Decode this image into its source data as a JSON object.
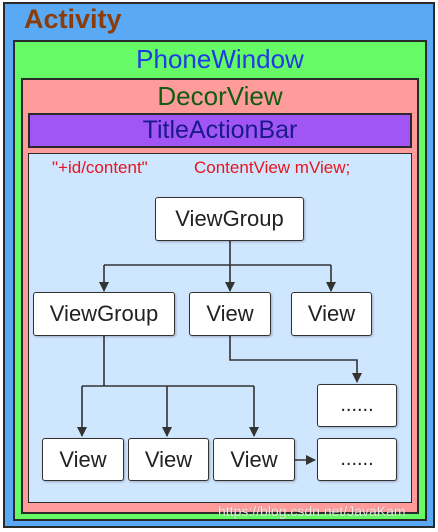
{
  "colors": {
    "activity": "#5aa9f5",
    "activity_text": "#8a3c0a",
    "phone_window": "#66fb66",
    "phone_window_text": "#1f3be6",
    "decor_view": "#ff9b9b",
    "decor_view_text": "#105c10",
    "title_action_bar": "#a255f5",
    "title_action_bar_text": "#1a1a8a",
    "content": "#cfe6ff",
    "content_text": "#e8141e",
    "node_fill": "#ffffff",
    "edge": "#333333"
  },
  "layers": {
    "activity": "Activity",
    "phone_window": "PhoneWindow",
    "decor_view": "DecorView",
    "title_action_bar": "TitleActionBar",
    "content_id": "\"+id/content\"",
    "content_view": "ContentView mView;"
  },
  "nodes": {
    "root_viewgroup": "ViewGroup",
    "child_viewgroup": "ViewGroup",
    "child_view_1": "View",
    "child_view_2": "View",
    "leaf_view_1": "View",
    "leaf_view_2": "View",
    "leaf_view_3": "View",
    "more_1": "......",
    "more_2": "......"
  },
  "edges": [
    {
      "from": "root_viewgroup",
      "to": "child_viewgroup"
    },
    {
      "from": "root_viewgroup",
      "to": "child_view_1"
    },
    {
      "from": "root_viewgroup",
      "to": "child_view_2"
    },
    {
      "from": "child_viewgroup",
      "to": "leaf_view_1"
    },
    {
      "from": "child_viewgroup",
      "to": "leaf_view_2"
    },
    {
      "from": "child_viewgroup",
      "to": "leaf_view_3"
    },
    {
      "from": "child_view_1",
      "to": "more_1"
    },
    {
      "from": "leaf_view_3",
      "to": "more_2"
    }
  ],
  "watermark": "https://blog.csdn.net/JavaKam"
}
